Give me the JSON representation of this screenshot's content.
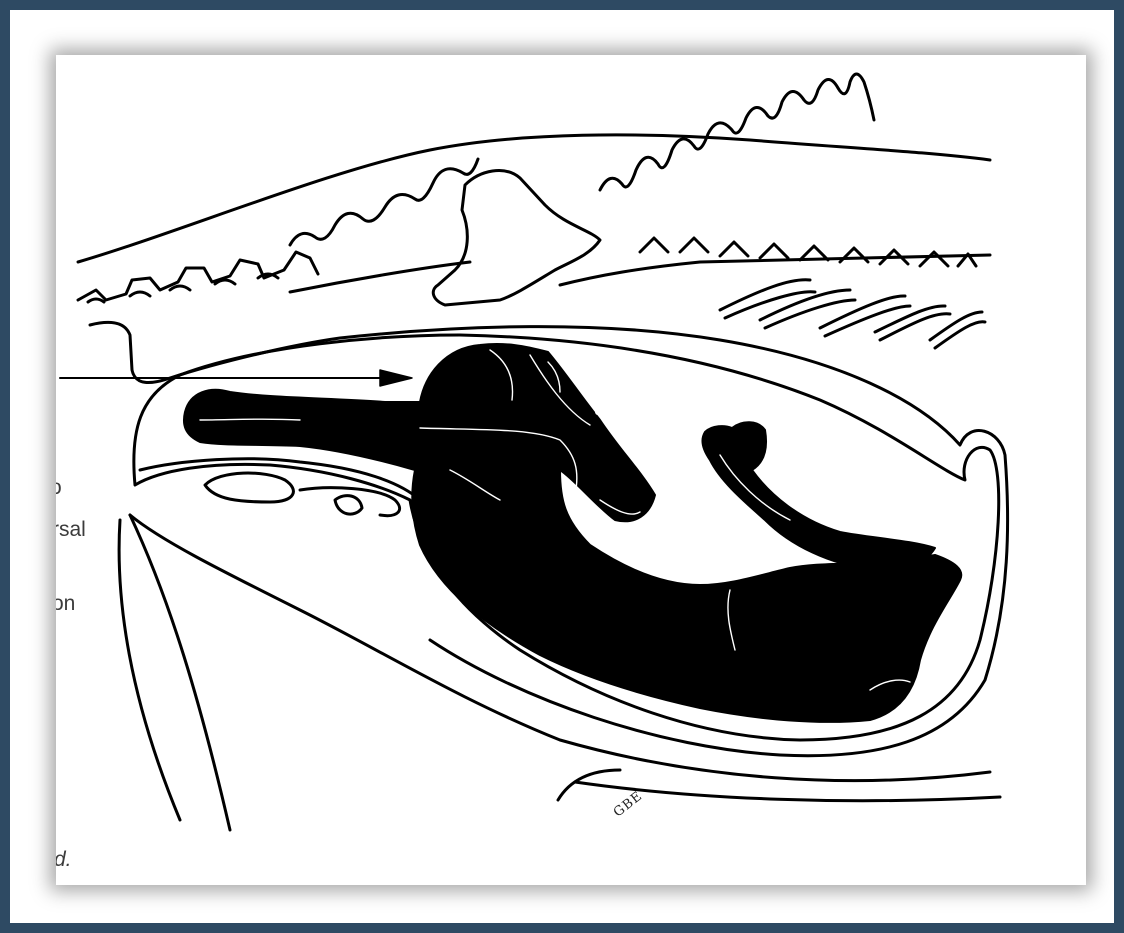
{
  "label_fragments": [
    "o",
    "rsal",
    "on",
    "d."
  ],
  "artist_initials": "GBE"
}
